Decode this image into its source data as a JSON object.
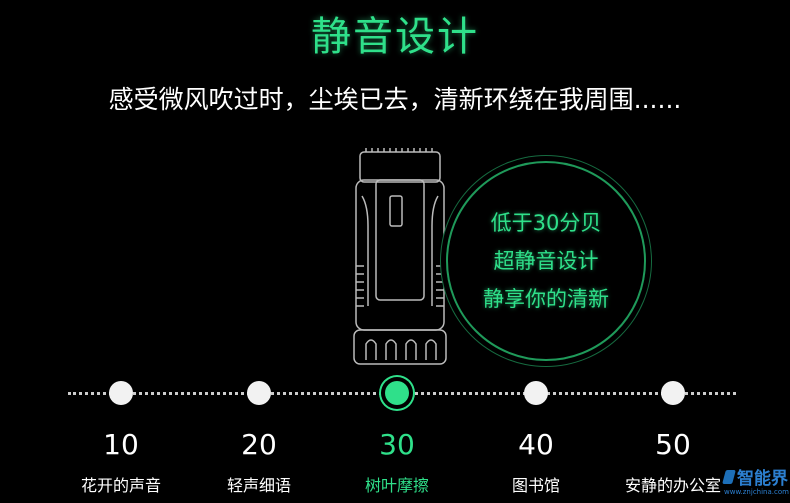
{
  "title": "静音设计",
  "subtitle": "感受微风吹过时，尘埃已去，清新环绕在我周围......",
  "badge": {
    "lines": [
      "低于30分贝",
      "超静音设计",
      "静享你的清新"
    ]
  },
  "timeline": {
    "active_index": 2,
    "accent": "#2fe08a",
    "items": [
      {
        "value": "10",
        "label": "花开的声音"
      },
      {
        "value": "20",
        "label": "轻声细语"
      },
      {
        "value": "30",
        "label": "树叶摩擦"
      },
      {
        "value": "40",
        "label": "图书馆"
      },
      {
        "value": "50",
        "label": "安静的办公室"
      }
    ]
  },
  "watermark": {
    "name": "智能界",
    "url": "www.znjchina.com"
  }
}
